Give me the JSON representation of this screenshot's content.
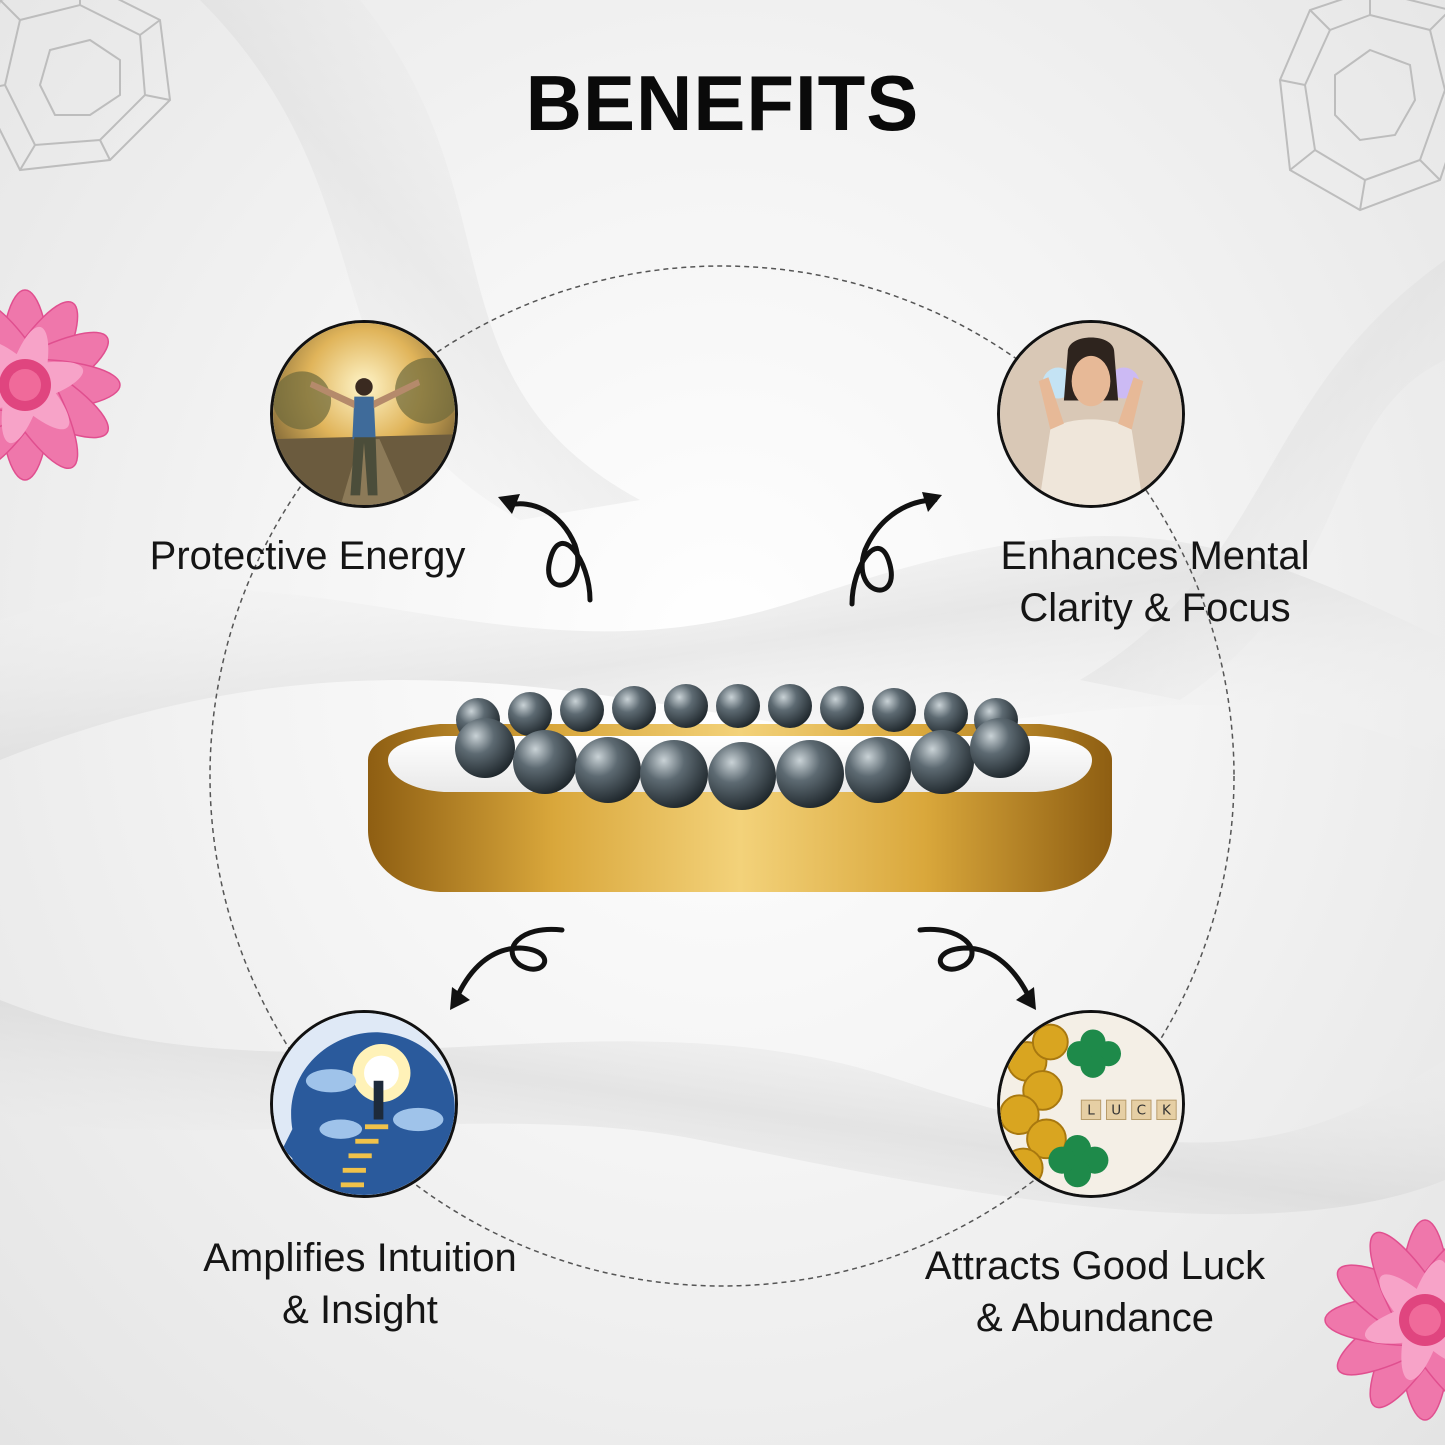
{
  "title": "BENEFITS",
  "benefits": [
    {
      "label_lines": [
        "Protective Energy"
      ],
      "icon": "person-arms-open-icon"
    },
    {
      "label_lines": [
        "Enhances Mental",
        "Clarity & Focus"
      ],
      "icon": "woman-meditating-icon"
    },
    {
      "label_lines": [
        "Amplifies Intuition",
        "& Insight"
      ],
      "icon": "mind-staircase-icon"
    },
    {
      "label_lines": [
        "Attracts Good Luck",
        "& Abundance"
      ],
      "icon": "coins-clover-icon"
    }
  ],
  "luck_tiles": [
    "L",
    "U",
    "C",
    "K"
  ],
  "colors": {
    "gold": "#c9962a",
    "flower_pink": "#ee6aa3",
    "beads": "#3d4850"
  }
}
